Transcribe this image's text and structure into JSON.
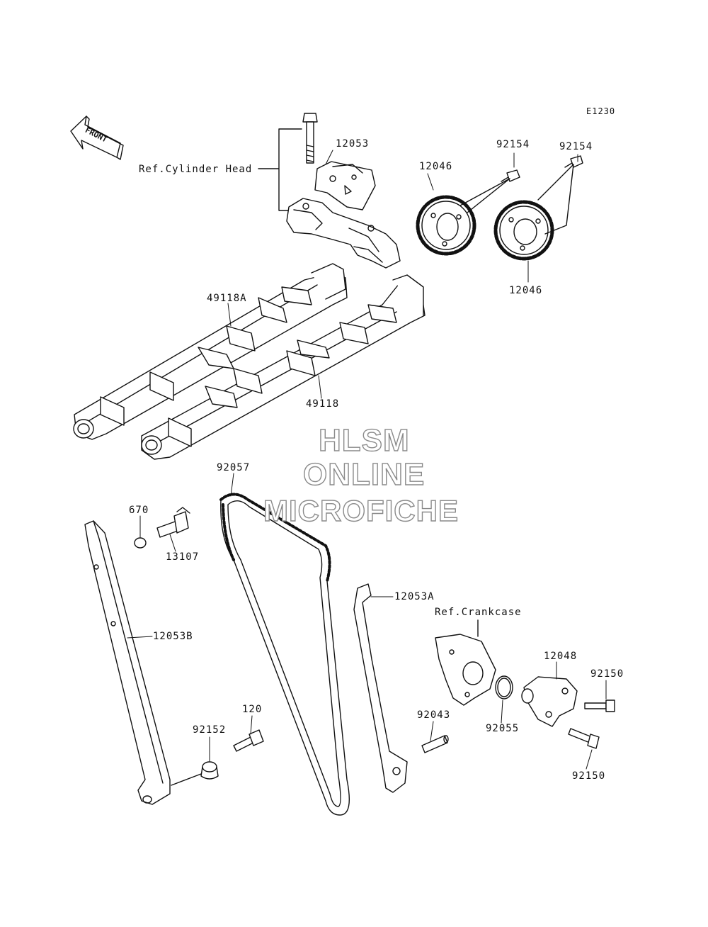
{
  "diagram_code": "E1230",
  "front_label": "FRONT",
  "watermark": {
    "line1": "HLSM",
    "line2": "ONLINE",
    "line3": "MICROFICHE",
    "outline_color": "#8a8a8a"
  },
  "callouts": {
    "ref_cylinder_head": "Ref.Cylinder Head",
    "p12053": "12053",
    "p12046_top": "12046",
    "p92154_a": "92154",
    "p92154_b": "92154",
    "p12046_bottom": "12046",
    "p49118a": "49118A",
    "p49118": "49118",
    "p92057": "92057",
    "p670": "670",
    "p13107": "13107",
    "p12053a": "12053A",
    "ref_crankcase": "Ref.Crankcase",
    "p12053b": "12053B",
    "p12048": "12048",
    "p92150_a": "92150",
    "p92055": "92055",
    "p92043": "92043",
    "p120": "120",
    "p92152": "92152",
    "p92150_b": "92150"
  }
}
